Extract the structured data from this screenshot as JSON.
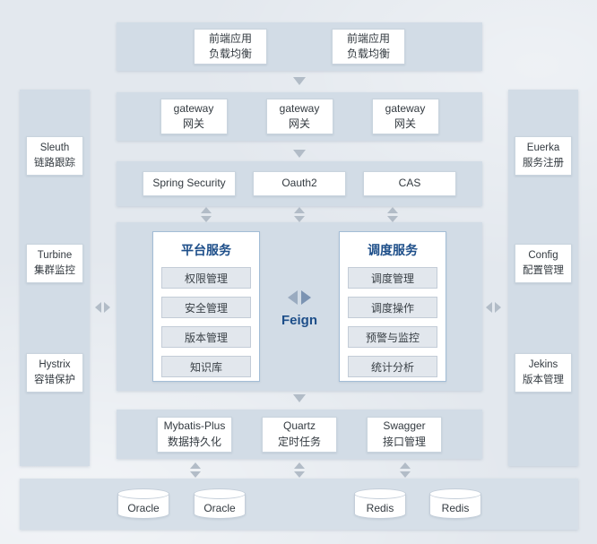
{
  "colors": {
    "page_bg": "#e3e8ee",
    "band_bg": "#d2dce6",
    "box_bg": "#ffffff",
    "box_border": "#c9d4de",
    "panel_border": "#a3bdd6",
    "item_bg": "#e2e7ed",
    "title_blue": "#1d4e89",
    "arrow_gray": "#b2bcc7"
  },
  "diagram": {
    "frontend_row": {
      "items": [
        {
          "line1": "前端应用",
          "line2": "负载均衡"
        },
        {
          "line1": "前端应用",
          "line2": "负载均衡"
        }
      ]
    },
    "gateway_row": {
      "items": [
        {
          "line1": "gateway",
          "line2": "网关"
        },
        {
          "line1": "gateway",
          "line2": "网关"
        },
        {
          "line1": "gateway",
          "line2": "网关"
        }
      ]
    },
    "security_row": {
      "items": [
        "Spring Security",
        "Oauth2",
        "CAS"
      ]
    },
    "platform_panel": {
      "title": "平台服务",
      "items": [
        "权限管理",
        "安全管理",
        "版本管理",
        "知识库"
      ]
    },
    "schedule_panel": {
      "title": "调度服务",
      "items": [
        "调度管理",
        "调度操作",
        "预警与监控",
        "统计分析"
      ]
    },
    "feign": {
      "label": "Feign"
    },
    "middleware_row": {
      "items": [
        {
          "line1": "Mybatis-Plus",
          "line2": "数据持久化"
        },
        {
          "line1": "Quartz",
          "line2": "定时任务"
        },
        {
          "line1": "Swagger",
          "line2": "接口管理"
        }
      ]
    },
    "database_row": {
      "items": [
        "Oracle",
        "Oracle",
        "Redis",
        "Redis"
      ]
    },
    "left_sidebar": {
      "items": [
        {
          "line1": "Sleuth",
          "line2": "链路跟踪"
        },
        {
          "line1": "Turbine",
          "line2": "集群监控"
        },
        {
          "line1": "Hystrix",
          "line2": "容错保护"
        }
      ]
    },
    "right_sidebar": {
      "items": [
        {
          "line1": "Euerka",
          "line2": "服务注册"
        },
        {
          "line1": "Config",
          "line2": "配置管理"
        },
        {
          "line1": "Jekins",
          "line2": "版本管理"
        }
      ]
    }
  }
}
